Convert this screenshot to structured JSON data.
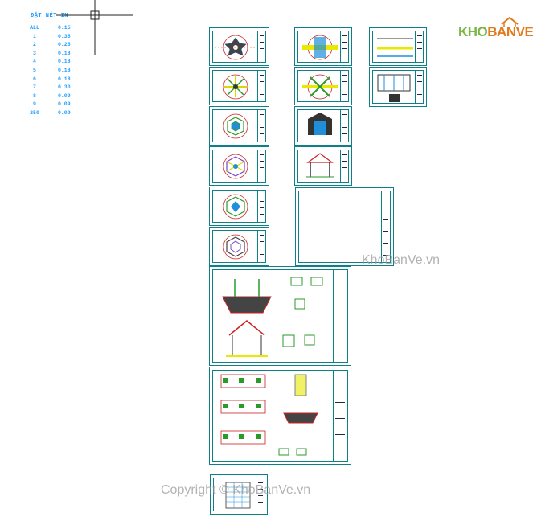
{
  "lineweights": {
    "title": "ĐẶT NÉT IN",
    "rows": [
      {
        "k": "ALL",
        "v": "0.15"
      },
      {
        "k": "1",
        "v": "0.35"
      },
      {
        "k": "2",
        "v": "0.25"
      },
      {
        "k": "3",
        "v": "0.18"
      },
      {
        "k": "4",
        "v": "0.18"
      },
      {
        "k": "5",
        "v": "0.18"
      },
      {
        "k": "6",
        "v": "0.18"
      },
      {
        "k": "7",
        "v": "0.30"
      },
      {
        "k": "8",
        "v": "0.09"
      },
      {
        "k": "9",
        "v": "0.09"
      },
      {
        "k": "250",
        "v": "0.09"
      }
    ]
  },
  "brand": {
    "logo_text": "KHOBANVE",
    "watermark": "KhoBanVe.vn",
    "copyright": "Copyright © KhoBanVe.vn"
  },
  "colors": {
    "frame": "#0d7f87",
    "watermark": "#9a9a9a",
    "lineweights": "#1f9cff",
    "logo_green": "#7ab648",
    "logo_orange": "#e07b1f"
  }
}
